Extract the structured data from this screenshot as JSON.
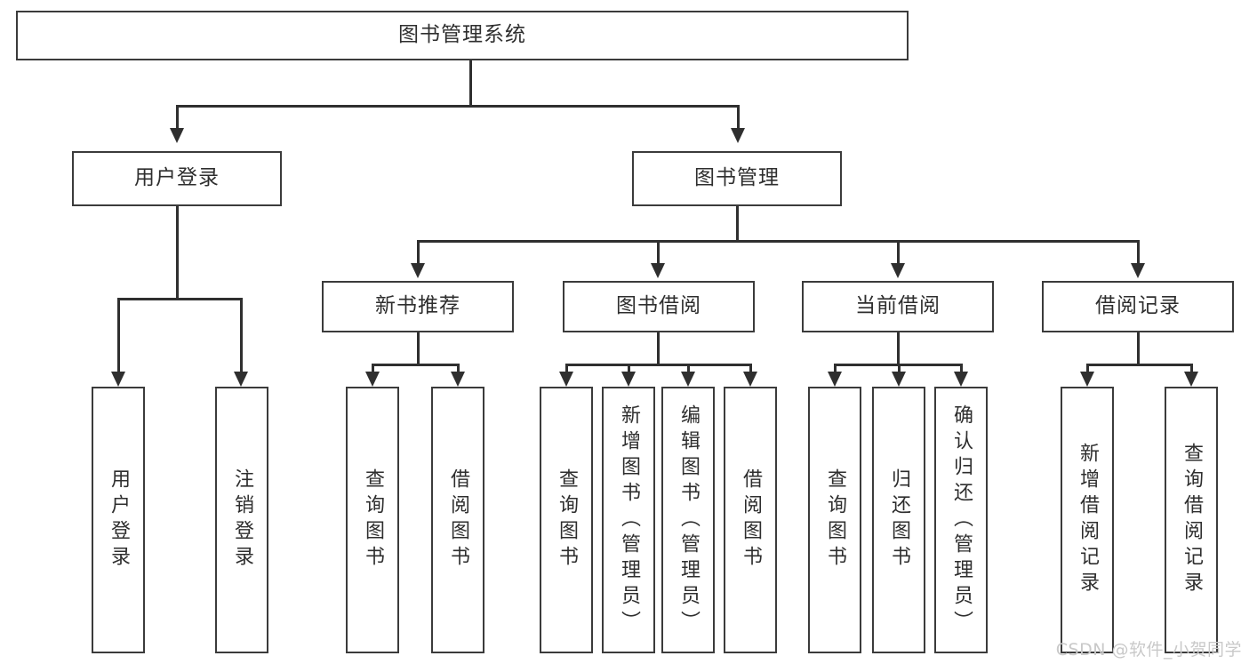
{
  "diagram": {
    "title": "图书管理系统",
    "type": "tree-hierarchy",
    "levels": 4,
    "root": {
      "id": "root",
      "label": "图书管理系统"
    },
    "level2": [
      {
        "id": "user-login",
        "label": "用户登录"
      },
      {
        "id": "book-management",
        "label": "图书管理"
      }
    ],
    "level3": [
      {
        "id": "new-book-recommend",
        "label": "新书推荐",
        "parent": "book-management"
      },
      {
        "id": "book-borrow",
        "label": "图书借阅",
        "parent": "book-management"
      },
      {
        "id": "current-borrow",
        "label": "当前借阅",
        "parent": "book-management"
      },
      {
        "id": "borrow-record",
        "label": "借阅记录",
        "parent": "book-management"
      }
    ],
    "leaves": [
      {
        "id": "leaf-user-login",
        "label": "用户登录",
        "parent": "user-login"
      },
      {
        "id": "leaf-logout-login",
        "label": "注销登录",
        "parent": "user-login"
      },
      {
        "id": "leaf-query-book-1",
        "label": "查询图书",
        "parent": "new-book-recommend"
      },
      {
        "id": "leaf-borrow-book-1",
        "label": "借阅图书",
        "parent": "new-book-recommend"
      },
      {
        "id": "leaf-query-book-2",
        "label": "查询图书",
        "parent": "book-borrow"
      },
      {
        "id": "leaf-add-book",
        "label": "新增图书（管理员）",
        "parent": "book-borrow"
      },
      {
        "id": "leaf-edit-book",
        "label": "编辑图书（管理员）",
        "parent": "book-borrow"
      },
      {
        "id": "leaf-borrow-book-2",
        "label": "借阅图书",
        "parent": "book-borrow"
      },
      {
        "id": "leaf-query-book-3",
        "label": "查询图书",
        "parent": "current-borrow"
      },
      {
        "id": "leaf-return-book",
        "label": "归还图书",
        "parent": "current-borrow"
      },
      {
        "id": "leaf-confirm-return",
        "label": "确认归还（管理员）",
        "parent": "current-borrow"
      },
      {
        "id": "leaf-add-record",
        "label": "新增借阅记录",
        "parent": "borrow-record"
      },
      {
        "id": "leaf-query-record",
        "label": "查询借阅记录",
        "parent": "borrow-record"
      }
    ],
    "colors": {
      "background": "#ffffff",
      "box_fill": "#ffffff",
      "box_stroke": "#3b3b3b",
      "connector": "#2f2f2f",
      "text": "#2e2e2e",
      "watermark": "#c9c9c9"
    }
  },
  "watermark": {
    "text": "CSDN @软件_小贺同学"
  }
}
